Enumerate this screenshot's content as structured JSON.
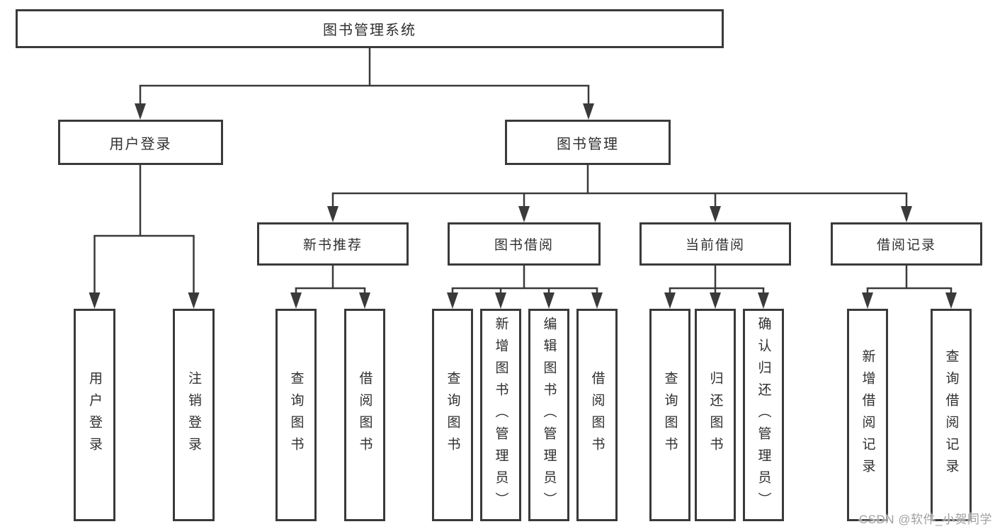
{
  "colors": {
    "line": "#3a3a3a",
    "text": "#2f2f2f",
    "background": "#ffffff",
    "watermark": "#a0a0a0"
  },
  "watermark": {
    "text": "CSDN @软件_小贺同学"
  },
  "tree": {
    "root": {
      "label": "图书管理系统"
    },
    "user_login_branch": {
      "label": "用户登录",
      "children": [
        {
          "label": "用户登录"
        },
        {
          "label": "注销登录"
        }
      ]
    },
    "book_management_branch": {
      "label": "图书管理",
      "children": [
        {
          "label": "新书推荐",
          "children": [
            {
              "label": "查询图书"
            },
            {
              "label": "借阅图书"
            }
          ]
        },
        {
          "label": "图书借阅",
          "children": [
            {
              "label": "查询图书"
            },
            {
              "label": "新增图书（管理员）"
            },
            {
              "label": "编辑图书（管理员）"
            },
            {
              "label": "借阅图书"
            }
          ]
        },
        {
          "label": "当前借阅",
          "children": [
            {
              "label": "查询图书"
            },
            {
              "label": "归还图书"
            },
            {
              "label": "确认归还（管理员）"
            }
          ]
        },
        {
          "label": "借阅记录",
          "children": [
            {
              "label": "新增借阅记录"
            },
            {
              "label": "查询借阅记录"
            }
          ]
        }
      ]
    }
  }
}
